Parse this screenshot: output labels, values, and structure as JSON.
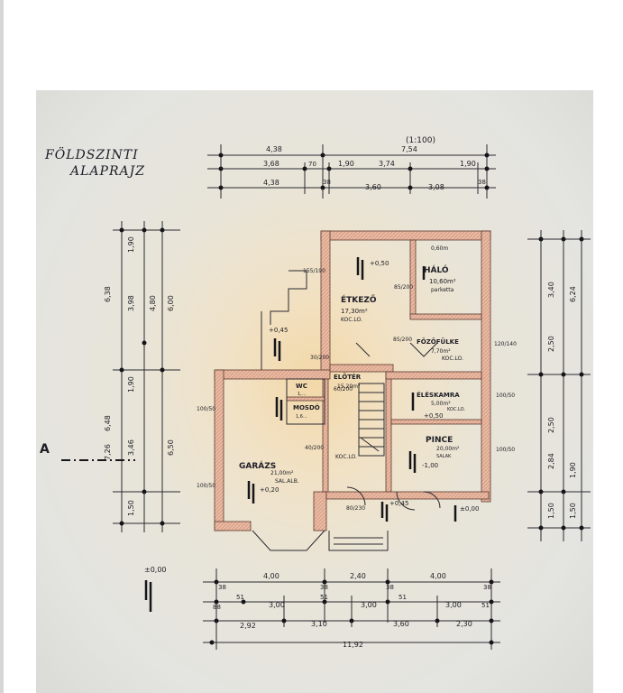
{
  "sheet": {
    "title_line1": "FÖLDSZINTI",
    "title_line2": "ALAPRAJZ",
    "top_note": "(1:100)"
  },
  "rooms": {
    "etkezo": {
      "name": "ÉTKEZŐ",
      "area": "17,30m²",
      "floor": "KOC.LO."
    },
    "halo": {
      "name": "HÁLÓ",
      "area": "10,60m²",
      "floor": "parketta"
    },
    "fozofulke": {
      "name": "FŐZŐFÜLKE",
      "area": "7,70m²",
      "floor": "KOC.LO."
    },
    "eloter": {
      "name": "ELŐTÉR",
      "area": "15,20m²",
      "floor": "KOC.LO."
    },
    "wc": {
      "name": "WC",
      "area": "1,..."
    },
    "mosdo": {
      "name": "MOSDÓ",
      "area": "1,6..."
    },
    "eloskamra": {
      "name": "ÉLÉSKAMRA",
      "area": "5,00m²",
      "floor": "KOC.LO."
    },
    "pince": {
      "name": "PINCE",
      "area": "20,00m²",
      "floor": "SALAK"
    },
    "garazs": {
      "name": "GARÁZS",
      "area": "21,00m²",
      "floor": "SAL.ALB."
    }
  },
  "levels": {
    "zero": "±0,00",
    "plus050": "+0,50",
    "plus045": "+0,45",
    "plus020": "+0,20",
    "plus045b": "+0,45",
    "plus050b": "+0,50",
    "minus100": "-1,00",
    "plus000": "±0,00"
  },
  "section_marker": "A",
  "dims_top": {
    "r1": [
      "4,38",
      "7,54"
    ],
    "r2": [
      "3,68",
      "70",
      "1,90",
      "3,74",
      "1,90"
    ],
    "r3": [
      "4,38",
      "38",
      "3,60",
      "3,08",
      "38"
    ]
  },
  "dims_bottom": {
    "r1": [
      "38",
      "4,00",
      "38",
      "2,40",
      "38",
      "4,00",
      "38"
    ],
    "r2": [
      "88",
      "51",
      "3,00",
      "51",
      "3,00",
      "51",
      "3,00",
      "51"
    ],
    "r3": [
      "2,92",
      "3,10",
      "3,60",
      "2,30"
    ],
    "total": "11,92"
  },
  "dims_left": {
    "c1": [
      "6,38",
      "3,98",
      "1,90",
      "6,48",
      "3,46",
      "1,90",
      "1,50"
    ],
    "c2": [
      "4,80",
      "6,00",
      "6,50",
      "7,26"
    ]
  },
  "dims_right": {
    "c1": [
      "3,40",
      "2,50",
      "2,50",
      "2,84",
      "1,50"
    ],
    "c2": [
      "6,24",
      "1,90",
      "1,50"
    ]
  },
  "openings": [
    "155/190",
    "85/200",
    "100/50",
    "30/200",
    "85/200",
    "60/200",
    "100/50",
    "100/50",
    "40/200",
    "80/230",
    "120/140",
    "100/50",
    "0,60m"
  ]
}
